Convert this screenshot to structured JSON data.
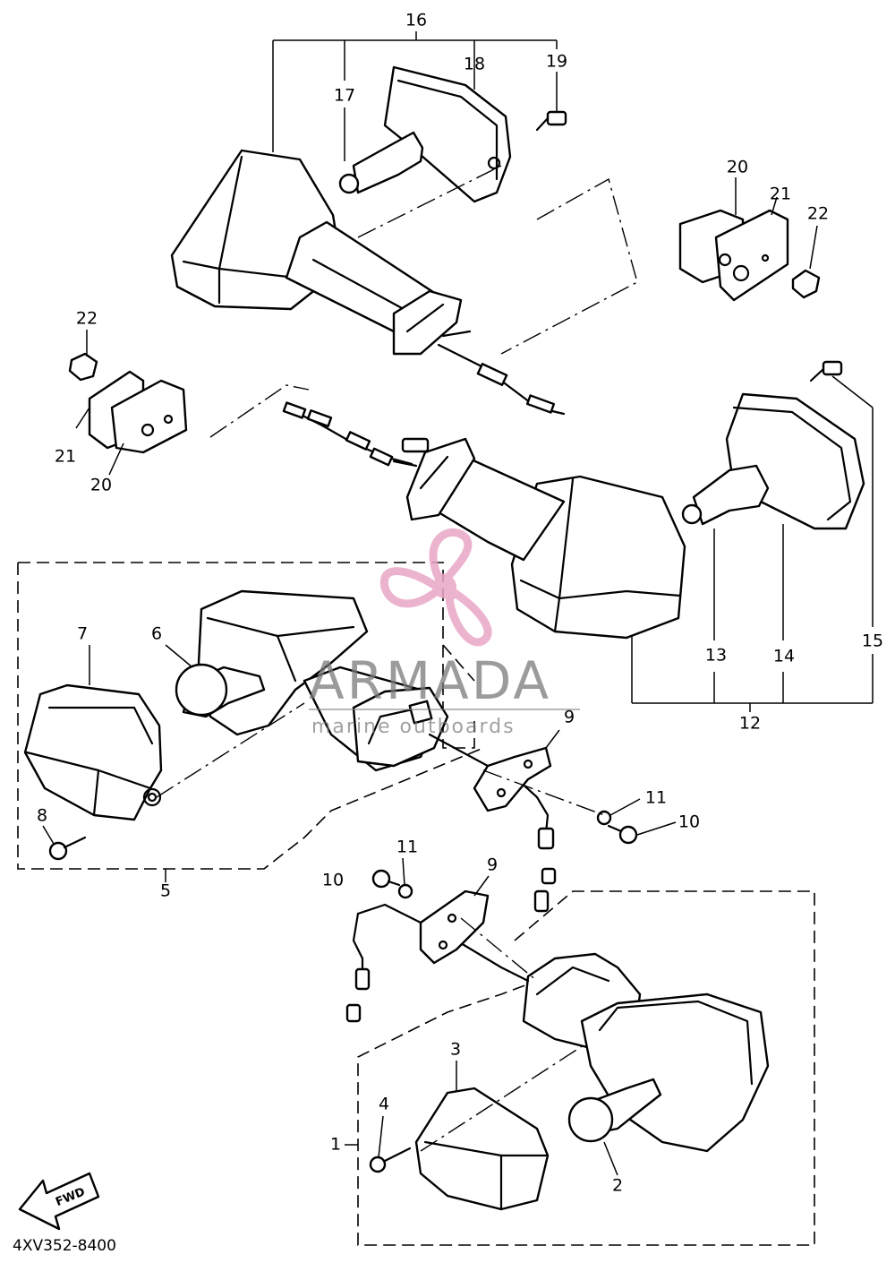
{
  "diagram_code": "4XV352-8400",
  "fwd_label": "FWD",
  "watermark": {
    "brand": "ARMADA",
    "tagline": "marine outboards",
    "logo_color": "#e9a6c6"
  },
  "callouts": {
    "c1": "1",
    "c2": "2",
    "c3": "3",
    "c4": "4",
    "c5": "5",
    "c6": "6",
    "c7": "7",
    "c8": "8",
    "c9a": "9",
    "c9b": "9",
    "c10a": "10",
    "c10b": "10",
    "c11a": "11",
    "c11b": "11",
    "c12": "12",
    "c13": "13",
    "c14": "14",
    "c15": "15",
    "c16": "16",
    "c17": "17",
    "c18": "18",
    "c19": "19",
    "c20a": "20",
    "c20b": "20",
    "c21a": "21",
    "c21b": "21",
    "c22a": "22",
    "c22b": "22"
  }
}
